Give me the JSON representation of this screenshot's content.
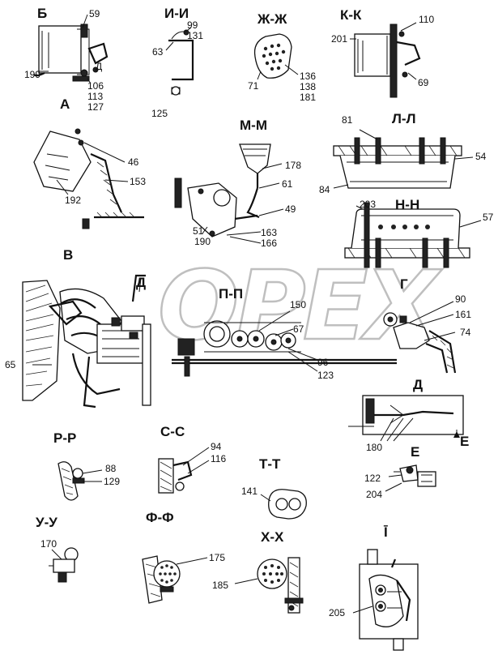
{
  "watermark": "OPEX",
  "sections": {
    "b": "Б",
    "ii": "И-И",
    "zhzh": "Ж-Ж",
    "kk": "К-К",
    "a": "А",
    "mm": "М-М",
    "ll": "Л-Л",
    "nn": "Н-Н",
    "v": "В",
    "d_top": "Д",
    "pp": "П-П",
    "g": "Г",
    "d": "Д",
    "e_arrow": "Е",
    "e": "Е",
    "rr": "Р-Р",
    "ss": "С-С",
    "tt": "Т-Т",
    "uu": "У-У",
    "ff": "Ф-Ф",
    "hh": "Х-Х",
    "i": "Ī"
  },
  "callouts": {
    "c59": "59",
    "d_small": "Д",
    "c199": "199",
    "c106": "106",
    "c113": "113",
    "c127": "127",
    "c99": "99",
    "c131": "131",
    "c63": "63",
    "c125": "125",
    "c136": "136",
    "c138": "138",
    "c181": "181",
    "c71": "71",
    "c110": "110",
    "c201": "201",
    "c69": "69",
    "c46": "46",
    "c153": "153",
    "c192": "192",
    "c178": "178",
    "c61": "61",
    "c49": "49",
    "c51": "51",
    "c190": "190",
    "c163": "163",
    "c166": "166",
    "c81": "81",
    "c54": "54",
    "c84": "84",
    "c203": "203",
    "c57": "57",
    "c150": "150",
    "c67": "67",
    "c96": "96",
    "c123": "123",
    "c65": "65",
    "c90": "90",
    "c161": "161",
    "c74": "74",
    "c180": "180",
    "c122": "122",
    "c204": "204",
    "c88": "88",
    "c129": "129",
    "c94": "94",
    "c116": "116",
    "c141": "141",
    "c170": "170",
    "c175": "175",
    "c185": "185",
    "c205": "205"
  }
}
